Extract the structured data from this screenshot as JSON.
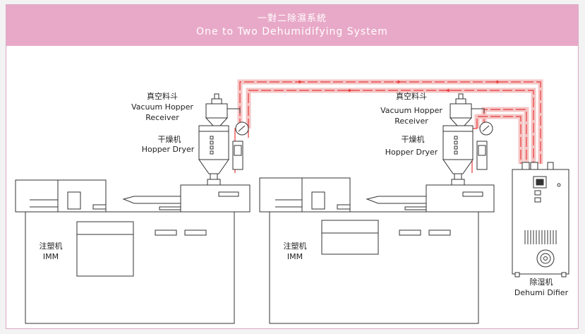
{
  "header": {
    "title_zh": "一對二除濕系統",
    "title_en": "One to Two Dehumidifying System"
  },
  "labels": {
    "hopper1_zh": "真空料斗",
    "hopper1_en1": "Vacuum Hopper",
    "hopper1_en2": "Receiver",
    "dryer1_zh": "干燥机",
    "dryer1_en": "Hopper Dryer",
    "imm1_zh": "注塑机",
    "imm1_en": "IMM",
    "hopper2_zh": "真空料斗",
    "hopper2_en1": "Vacuum Hopper",
    "hopper2_en2": "Receiver",
    "dryer2_zh": "干燥机",
    "dryer2_en": "Hopper Dryer",
    "imm2_zh": "注塑机",
    "imm2_en": "IMM",
    "dehumidifier_zh": "除湿机",
    "dehumidifier_en": "Dehumi Difier"
  },
  "colors": {
    "banner": "#e8a9c8",
    "line": "#333333",
    "pipe_red": "#e83a3a",
    "pipe_pink": "#f5c6c6"
  }
}
